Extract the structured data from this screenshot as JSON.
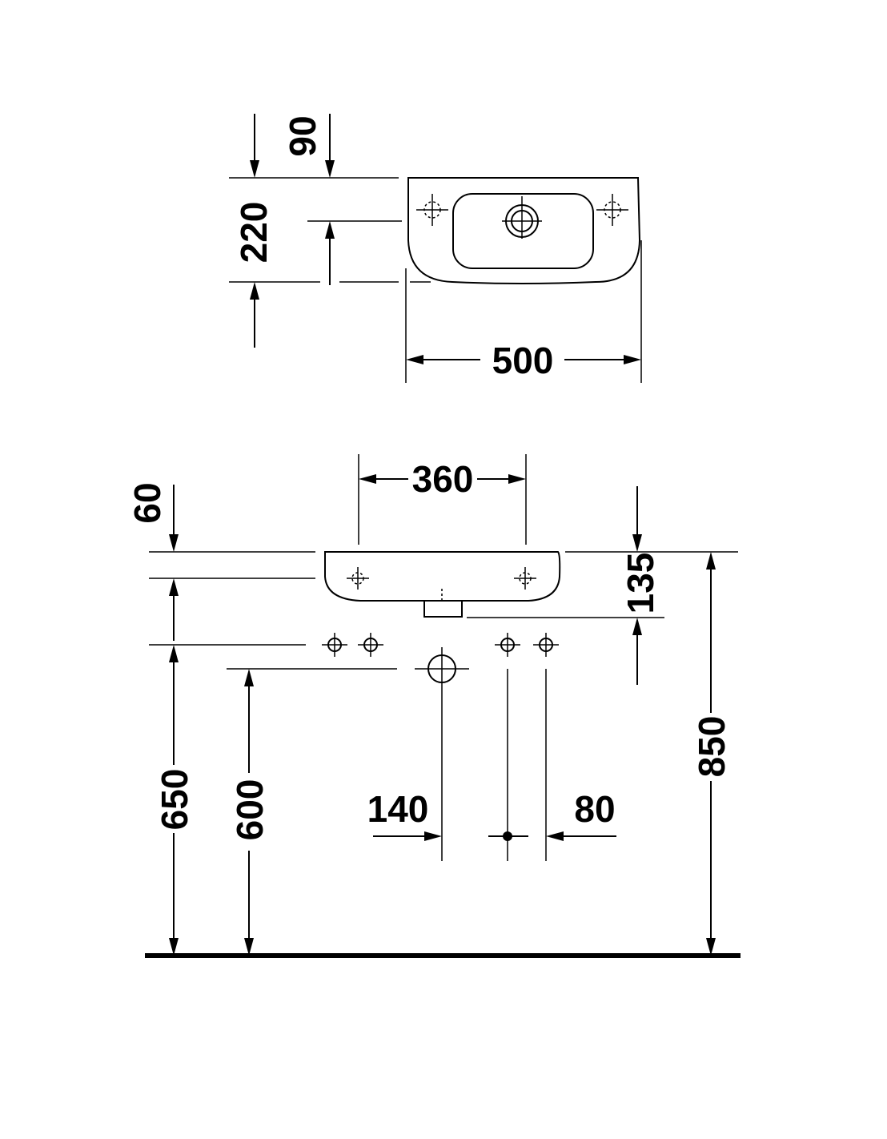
{
  "top_view": {
    "dim_90": "90",
    "dim_220": "220",
    "dim_500": "500"
  },
  "front_view": {
    "dim_360": "360",
    "dim_60": "60",
    "dim_135": "135",
    "dim_850": "850",
    "dim_650": "650",
    "dim_600": "600",
    "dim_140": "140",
    "dim_80": "80"
  }
}
